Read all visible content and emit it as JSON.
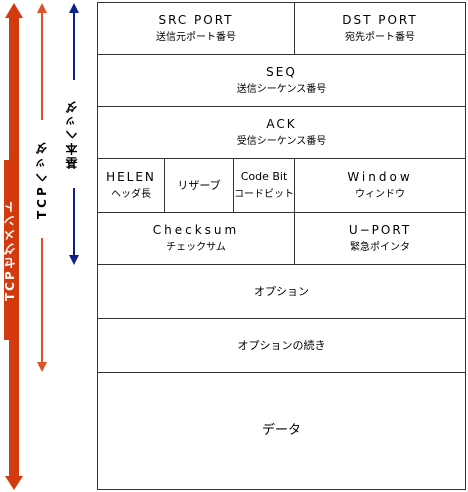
{
  "side_labels": {
    "tcp_segment": "TCPセグメント",
    "tcp_header": "TCPヘッダ",
    "basic_header": "基本ヘッダ"
  },
  "fields": {
    "src_port": {
      "en": "SRC PORT",
      "jp": "送信元ポート番号"
    },
    "dst_port": {
      "en": "DST PORT",
      "jp": "宛先ポート番号"
    },
    "seq": {
      "en": "SEQ",
      "jp": "送信シーケンス番号"
    },
    "ack": {
      "en": "ACK",
      "jp": "受信シーケンス番号"
    },
    "helen": {
      "en": "HELEN",
      "jp": "ヘッダ長"
    },
    "reserved": {
      "jp": "リザーブ"
    },
    "code_bit": {
      "en": "Code Bit",
      "jp": "コードビット"
    },
    "window": {
      "en": "Window",
      "jp": "ウィンドウ"
    },
    "checksum": {
      "en": "Checksum",
      "jp": "チェックサム"
    },
    "u_port": {
      "en": "U−PORT",
      "jp": "緊急ポインタ"
    },
    "option": {
      "jp": "オプション"
    },
    "option_cont": {
      "jp": "オプションの続き"
    },
    "data": {
      "jp": "データ"
    }
  },
  "colors": {
    "segment_arrow": "#d33a0e",
    "header_arrow": "#e0522a",
    "basic_arrow": "#0f1f8c",
    "border": "#333333"
  }
}
